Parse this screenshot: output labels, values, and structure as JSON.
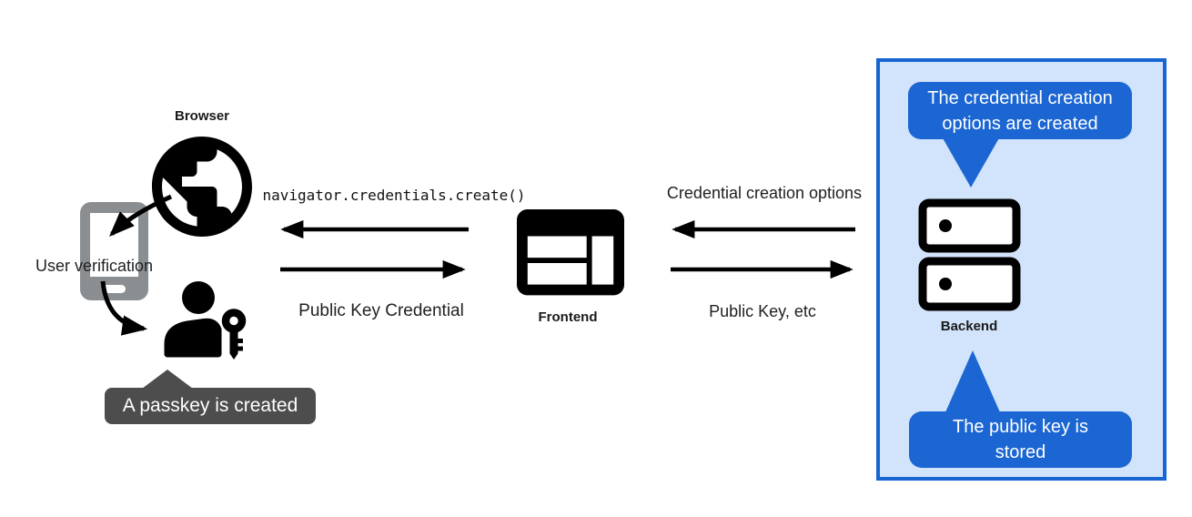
{
  "colors": {
    "accent_blue": "#1b66d2",
    "panel_fill": "#d2e3fc",
    "panel_border": "#1765d1",
    "tooltip_gray": "#4d4d4d",
    "phone_gray": "#8a8e91",
    "icon_black": "#000000",
    "text_dark": "#202124"
  },
  "nodes": {
    "browser": {
      "label": "Browser",
      "icon": "globe-icon"
    },
    "device": {
      "label": "User verification",
      "icon": "smartphone-icon"
    },
    "user": {
      "icon": "person-key-icon"
    },
    "frontend": {
      "label": "Frontend",
      "icon": "browser-window-icon"
    },
    "backend": {
      "label": "Backend",
      "icon": "server-icon"
    }
  },
  "flows": {
    "frontend_to_browser": {
      "label": "navigator.credentials.create()",
      "direction": "left"
    },
    "browser_to_frontend": {
      "label": "Public Key Credential",
      "direction": "right"
    },
    "backend_to_frontend": {
      "label": "Credential creation options",
      "direction": "left"
    },
    "frontend_to_backend": {
      "label": "Public Key, etc",
      "direction": "right"
    }
  },
  "callouts": {
    "passkey_created": "A passkey is created",
    "options_created": "The credential creation options are created",
    "public_key_stored": "The public key is stored"
  }
}
